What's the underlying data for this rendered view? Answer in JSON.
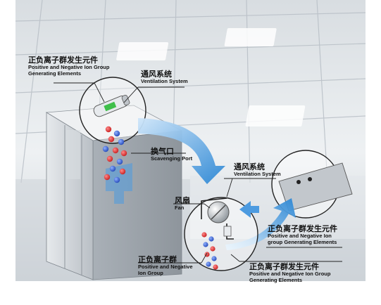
{
  "labels": {
    "generator_top": {
      "zh": "正负离子群发生元件",
      "en1": "Positive and Negative Ion Group",
      "en2": "Generating Elements"
    },
    "ventilation_top": {
      "zh": "通风系统",
      "en": "Ventilation System"
    },
    "scavenging_port": {
      "zh": "换气口",
      "en": "Scavenging Port"
    },
    "ventilation_mid": {
      "zh": "通风系统",
      "en": "Ventilation System"
    },
    "fan": {
      "zh": "风扇",
      "en": "Fan"
    },
    "generator_right": {
      "zh": "正负离子群发生元件",
      "en1": "Positive and Negative Ion",
      "en2": "group Generating Elements"
    },
    "ion_group": {
      "zh": "正负离子群",
      "en1": "Positive and Negative",
      "en2": "Ion Group"
    },
    "generator_bottom": {
      "zh": "正负离子群发生元件",
      "en1": "Positive and Negative Ion Group",
      "en2": "Generating Elements"
    }
  },
  "colors": {
    "flow_arrow": "#2a86d4",
    "positive_ion": "#d62a2a",
    "negative_ion": "#2a57c6",
    "cabinet": "#c9ced3"
  }
}
